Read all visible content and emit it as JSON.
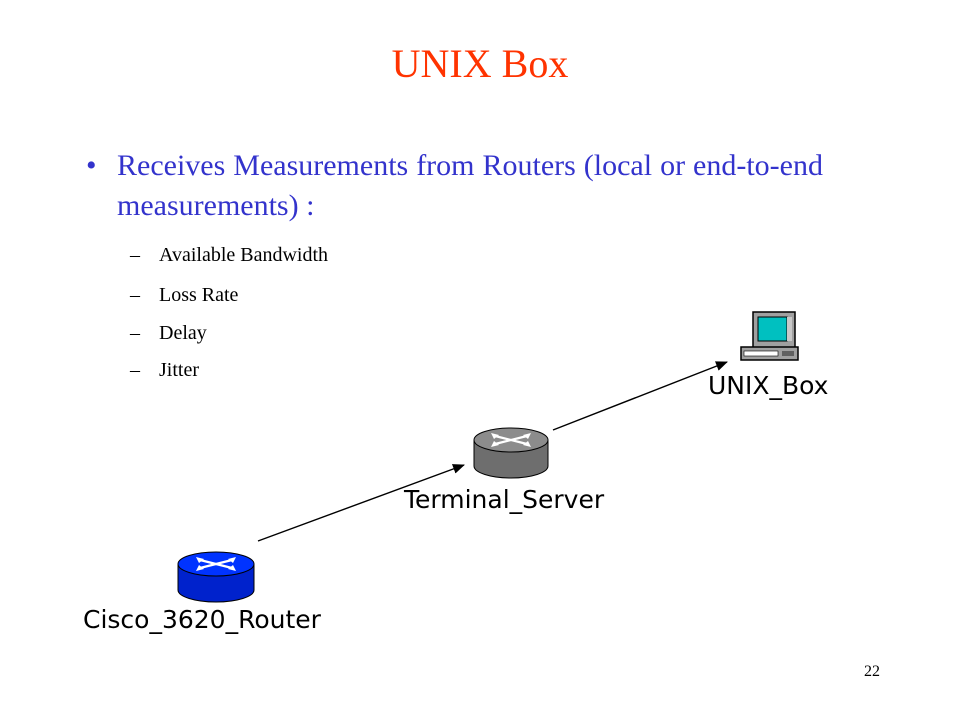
{
  "slide": {
    "title": "UNIX Box",
    "bullet": "Receives Measurements from Routers (local or end-to-end measurements) :",
    "sub_items": [
      {
        "dash": "–",
        "label": "Available Bandwidth"
      },
      {
        "dash": "–",
        "label": "Loss Rate"
      },
      {
        "dash": "–",
        "label": "Delay"
      },
      {
        "dash": "–",
        "label": "Jitter"
      }
    ],
    "page_number": "22"
  },
  "diagram": {
    "nodes": [
      {
        "id": "cisco",
        "label": "Cisco_3620_Router",
        "icon": "router-icon",
        "color": "#0033ff"
      },
      {
        "id": "terminal",
        "label": "Terminal_Server",
        "icon": "router-icon",
        "color": "#808080"
      },
      {
        "id": "unix",
        "label": "UNIX_Box",
        "icon": "computer-icon",
        "color": "#00c0c0"
      }
    ],
    "edges": [
      {
        "from": "Cisco_3620_Router",
        "to": "Terminal_Server"
      },
      {
        "from": "Terminal_Server",
        "to": "UNIX_Box"
      }
    ]
  },
  "colors": {
    "title": "#ff3300",
    "bullet": "#3333cc",
    "cisco_router": "#0033ff",
    "terminal_server": "#808080",
    "monitor_screen": "#00c0c0"
  }
}
